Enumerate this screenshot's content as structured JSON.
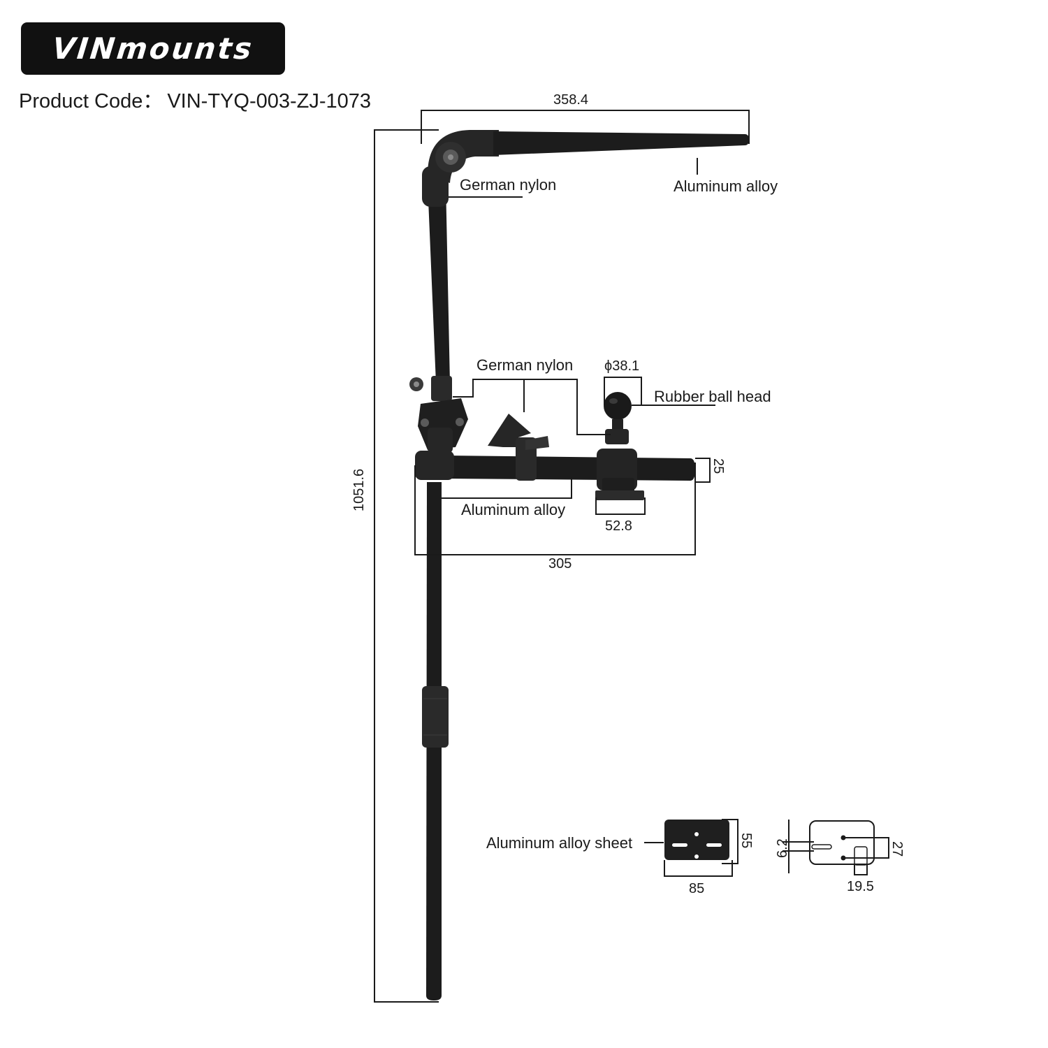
{
  "brand": {
    "logo_text": "VINmounts"
  },
  "product": {
    "code_label": "Product Code：",
    "code_value": "VIN-TYQ-003-ZJ-1073"
  },
  "materials": {
    "top_joint": "German nylon",
    "top_arm": "Aluminum alloy",
    "mid_joint": "German nylon",
    "ball_head": "Rubber ball head",
    "cross_arm": "Aluminum alloy",
    "plate": "Aluminum alloy sheet"
  },
  "dimensions": {
    "top_arm_length": "358.4",
    "total_height": "1051.6",
    "ball_diameter": "ϕ38.1",
    "tube_diameter": "25",
    "clamp_width": "52.8",
    "cross_arm_length": "305",
    "plate_height": "55",
    "plate_width": "85",
    "plate_side_a": "6.2",
    "plate_side_b": "27",
    "plate_side_c": "19.5"
  },
  "colors": {
    "logo_bg": "#111111",
    "product_dark": "#1c1c1c",
    "line": "#1a1a1a"
  }
}
